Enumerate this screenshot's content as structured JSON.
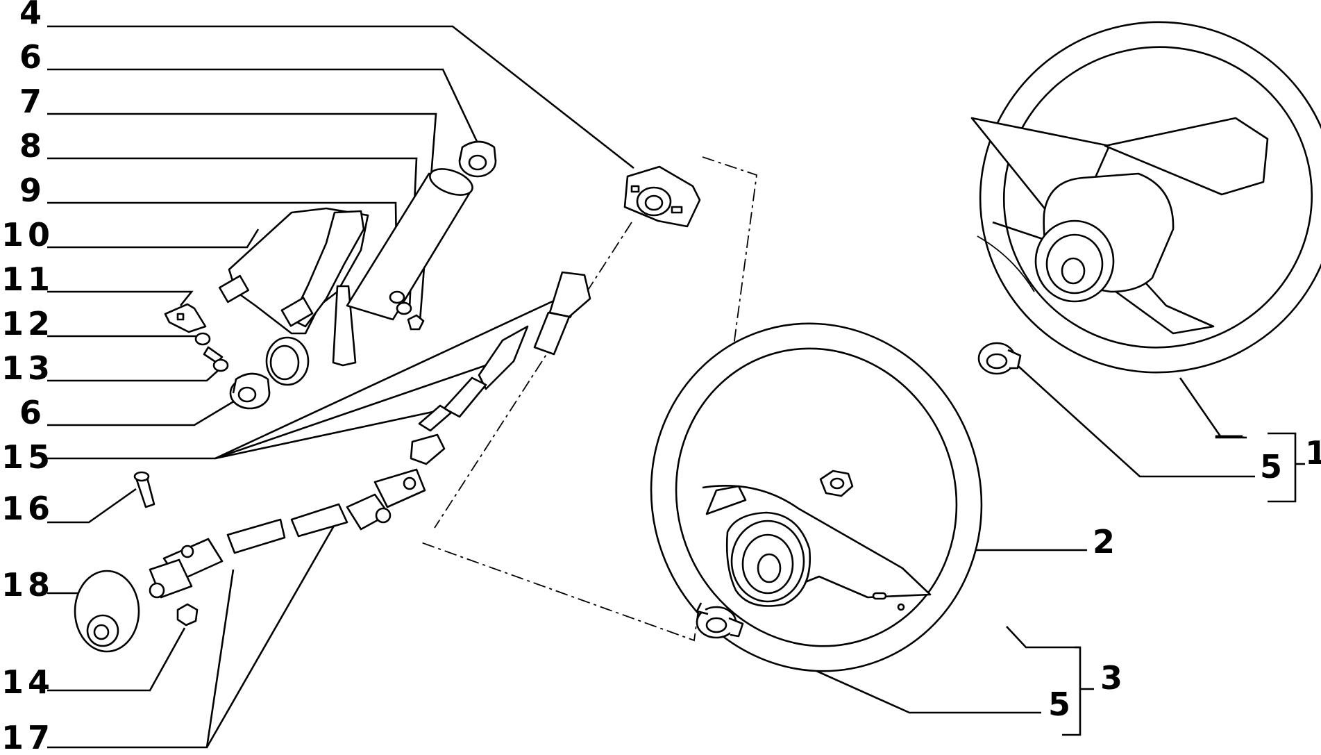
{
  "diagram": {
    "left_callouts": [
      {
        "id": "c-4",
        "label": "4"
      },
      {
        "id": "c-6a",
        "label": "6"
      },
      {
        "id": "c-7",
        "label": "7"
      },
      {
        "id": "c-8",
        "label": "8"
      },
      {
        "id": "c-9",
        "label": "9"
      },
      {
        "id": "c-10",
        "label": "10"
      },
      {
        "id": "c-11",
        "label": "11"
      },
      {
        "id": "c-12",
        "label": "12"
      },
      {
        "id": "c-13",
        "label": "13"
      },
      {
        "id": "c-6b",
        "label": "6"
      },
      {
        "id": "c-15",
        "label": "15"
      },
      {
        "id": "c-16",
        "label": "16"
      },
      {
        "id": "c-18",
        "label": "18"
      },
      {
        "id": "c-14",
        "label": "14"
      },
      {
        "id": "c-17",
        "label": "17"
      }
    ],
    "right_callouts": [
      {
        "id": "c-5a",
        "label": "5"
      },
      {
        "id": "c-1",
        "label": "1"
      },
      {
        "id": "c-2",
        "label": "2"
      },
      {
        "id": "c-5b",
        "label": "5"
      },
      {
        "id": "c-3",
        "label": "3"
      }
    ]
  }
}
